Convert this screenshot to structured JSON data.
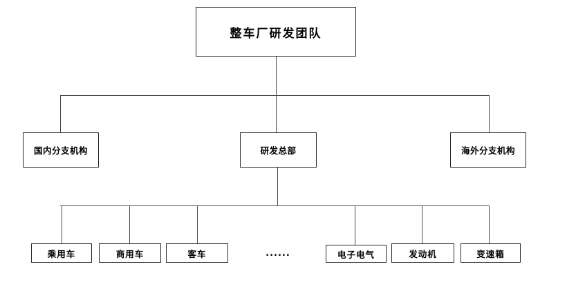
{
  "diagram": {
    "type": "org-chart",
    "root": {
      "label": "整车厂研发团队"
    },
    "level2": [
      {
        "label": "国内分支机构"
      },
      {
        "label": "研发总部"
      },
      {
        "label": "海外分支机构"
      }
    ],
    "level3": [
      {
        "label": "乘用车"
      },
      {
        "label": "商用车"
      },
      {
        "label": "客车"
      },
      {
        "label": "......"
      },
      {
        "label": "电子电气"
      },
      {
        "label": "发动机"
      },
      {
        "label": "变速箱"
      }
    ],
    "colors": {
      "background": "#ffffff",
      "box_border": "#262626",
      "connector_line": "#4a4a4a",
      "text": "#000000"
    }
  }
}
